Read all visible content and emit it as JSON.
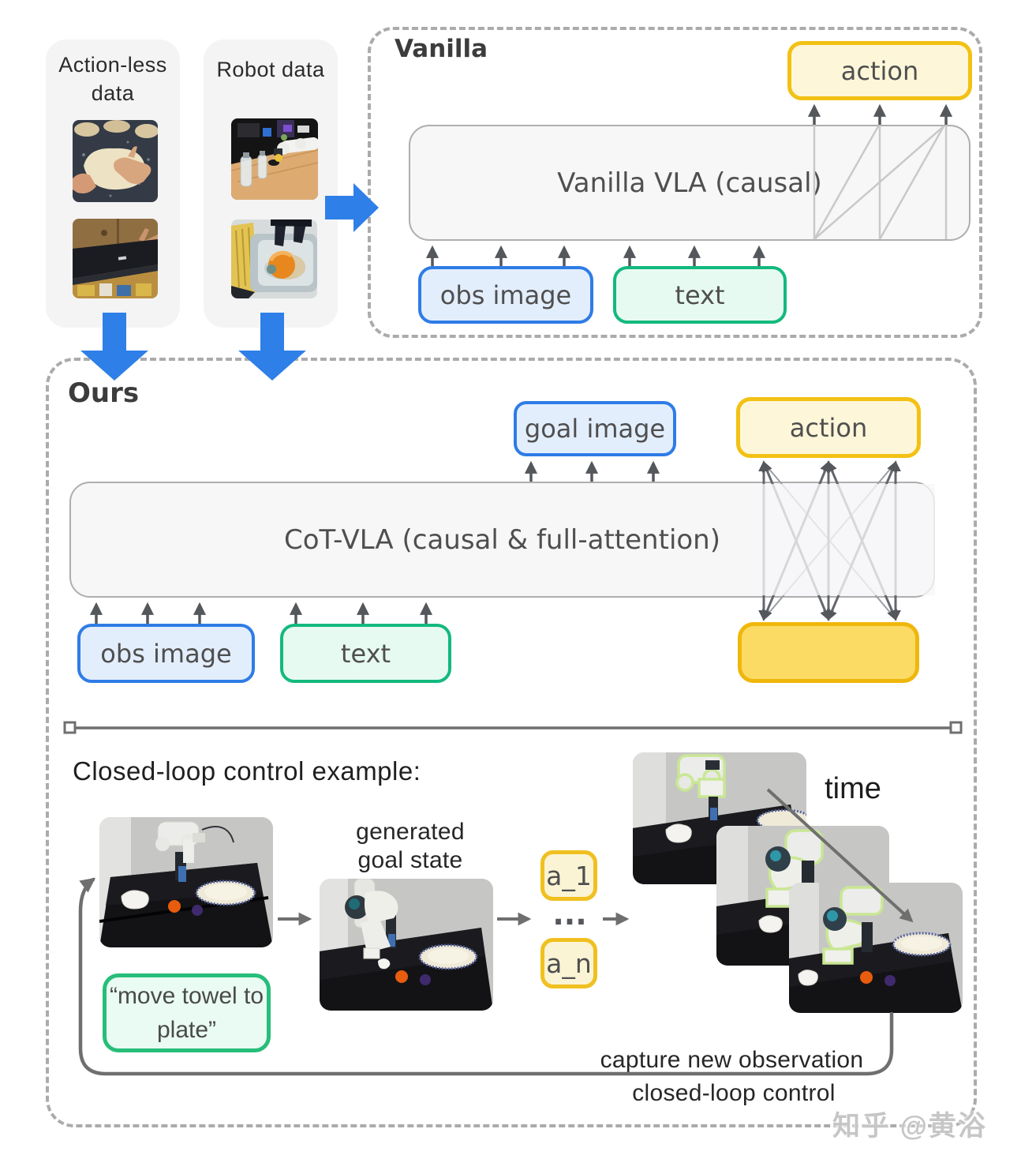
{
  "panels": {
    "actionless": {
      "title_line1": "Action-less",
      "title_line2": "data"
    },
    "robot": {
      "title": "Robot data"
    }
  },
  "vanilla": {
    "title": "Vanilla",
    "action_label": "action",
    "block_label": "Vanilla VLA (causal)",
    "obs_image_label": "obs image",
    "text_label": "text"
  },
  "ours": {
    "title": "Ours",
    "goal_image_label": "goal image",
    "action_label": "action",
    "block_label": "CoT-VLA (causal & full-attention)",
    "obs_image_label": "obs image",
    "text_label": "text"
  },
  "closed_loop": {
    "heading": "Closed-loop control example:",
    "goal_caption_line1": "generated",
    "goal_caption_line2": "goal state",
    "instruction_line1": "“move towel to",
    "instruction_line2": "plate”",
    "a_first": "a_1",
    "dots": "...",
    "a_last": "a_n",
    "time_label": "time",
    "capture_label": "capture new observation",
    "control_label": "closed-loop control"
  },
  "watermark": "知乎 @黄浴",
  "colors": {
    "accent_blue": "#2E7FE8",
    "blue_border": "#2E7CE6",
    "green_border": "#13B97E",
    "instruction_green": "#27BE79",
    "yellow_border": "#F0C020",
    "yellow_fill": "#FBDB64",
    "gray_dashed": "#ABABAB",
    "arrow_gray": "#54575B"
  }
}
